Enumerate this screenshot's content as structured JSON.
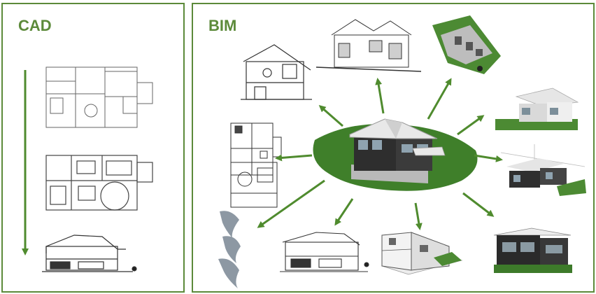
{
  "cad": {
    "title": "CAD"
  },
  "bim": {
    "title": "BIM"
  },
  "colors": {
    "frame": "#5c8a3a",
    "arrow": "#4f8b2e",
    "terrain": "#3f7f2a",
    "line": "#555555",
    "roof": "#e8e8e8",
    "wall_dark": "#2e2e2e"
  },
  "icons": [
    "floor-plan",
    "furnished-plan",
    "section-drawing",
    "elevation-drawing",
    "3d-model",
    "rendering",
    "arrow"
  ]
}
